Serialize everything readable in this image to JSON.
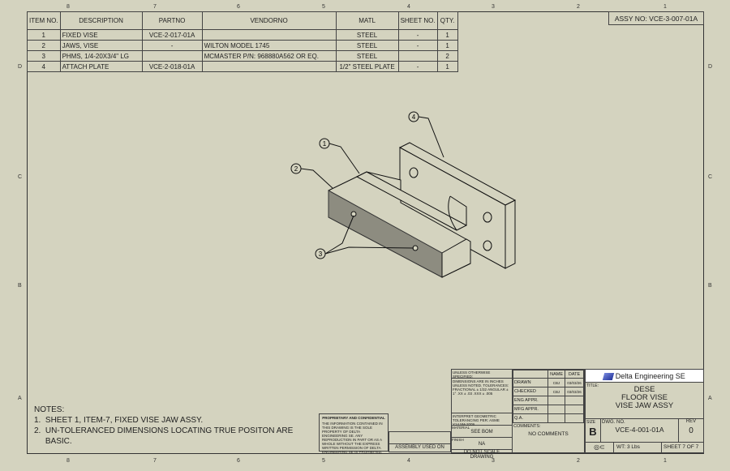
{
  "zones": {
    "columns": [
      "8",
      "7",
      "6",
      "5",
      "4",
      "3",
      "2",
      "1"
    ],
    "rows": [
      "D",
      "C",
      "B",
      "A"
    ]
  },
  "bom": {
    "headers": [
      "ITEM NO.",
      "DESCRIPTION",
      "PARTNO",
      "VENDORNO",
      "MATL",
      "SHEET NO.",
      "QTY."
    ],
    "rows": [
      [
        "1",
        "FIXED VISE",
        "VCE-2-017-01A",
        "",
        "STEEL",
        "-",
        "1"
      ],
      [
        "2",
        "JAWS, VISE",
        "-",
        "WILTON MODEL 1745",
        "STEEL",
        "-",
        "1"
      ],
      [
        "3",
        "PHMS, 1/4-20X3/4\" LG",
        "",
        "MCMASTER P/N: 968880A562 OR EQ.",
        "STEEL",
        "",
        "2"
      ],
      [
        "4",
        "ATTACH PLATE",
        "VCE-2-018-01A",
        "",
        "1/2\" STEEL PLATE",
        "-",
        "1"
      ]
    ]
  },
  "assy_no": "ASSY NO: VCE-3-007-01A",
  "balloons": [
    "1",
    "2",
    "3",
    "4"
  ],
  "notes": {
    "title": "NOTES:",
    "items": [
      "1.  SHEET 1, ITEM-7, FIXED VISE JAW ASSY.",
      "2.  UN-TOLERANCED DIMENSIONS LOCATING TRUE POSITON ARE",
      "     BASIC."
    ]
  },
  "proprietary": {
    "title": "PROPRIETARY AND CONFIDENTIAL",
    "body": "THE INFORMATION CONTAINED IN THIS DRAWING IS THE SOLE PROPERTY OF DELTA ENGINEERING SE. ANY REPRODUCTION IN PART OR AS A WHOLE WITHOUT THE EXPRESS WRITTEN PERMISSION OF DELTA ENGINEERING SE IS PROHIBITED."
  },
  "assembly_used_on": "ASSEMBLY USED ON",
  "tolerances": {
    "title": "UNLESS OTHERWISE SPECIFIED:",
    "body": "DIMENSIONS ARE IN INCHES UNLESS NOTED. TOLERANCES: FRACTIONAL ± 1/32 ANGULAR ± 1° .XX ± .03 .XXX ± .005",
    "geo": "INTERPRET GEOMETRIC TOLERANCING PER: ASME Y14.5M-2009",
    "material_label": "MATERIAL",
    "material": "SEE BOM",
    "finish_label": "FINISH",
    "finish": "NA",
    "no_scale": "DO NOT SCALE DRAWING"
  },
  "signoff": {
    "name_label": "NAME",
    "date_label": "DATE",
    "rows": [
      [
        "DRAWN",
        "CBJ",
        "03/03/26"
      ],
      [
        "CHECKED",
        "CBJ",
        "03/03/26"
      ],
      [
        "ENG APPR.",
        "",
        ""
      ],
      [
        "MFG APPR.",
        "",
        ""
      ],
      [
        "Q.A.",
        "",
        ""
      ]
    ],
    "comments_label": "COMMENTS:",
    "comments": "NO COMMENTS"
  },
  "company": "Delta Engineering SE",
  "title": {
    "label": "TITLE:",
    "lines": [
      "DESE",
      "FLOOR VISE",
      "VISE JAW ASSY"
    ]
  },
  "size": {
    "label": "SIZE",
    "value": "B"
  },
  "dwg": {
    "label": "DWG.  NO.",
    "value": "VCE-4-001-01A"
  },
  "rev": {
    "label": "REV",
    "value": "0"
  },
  "weight": "WT: 3 Lbs",
  "sheet": "SHEET 7 OF 7"
}
